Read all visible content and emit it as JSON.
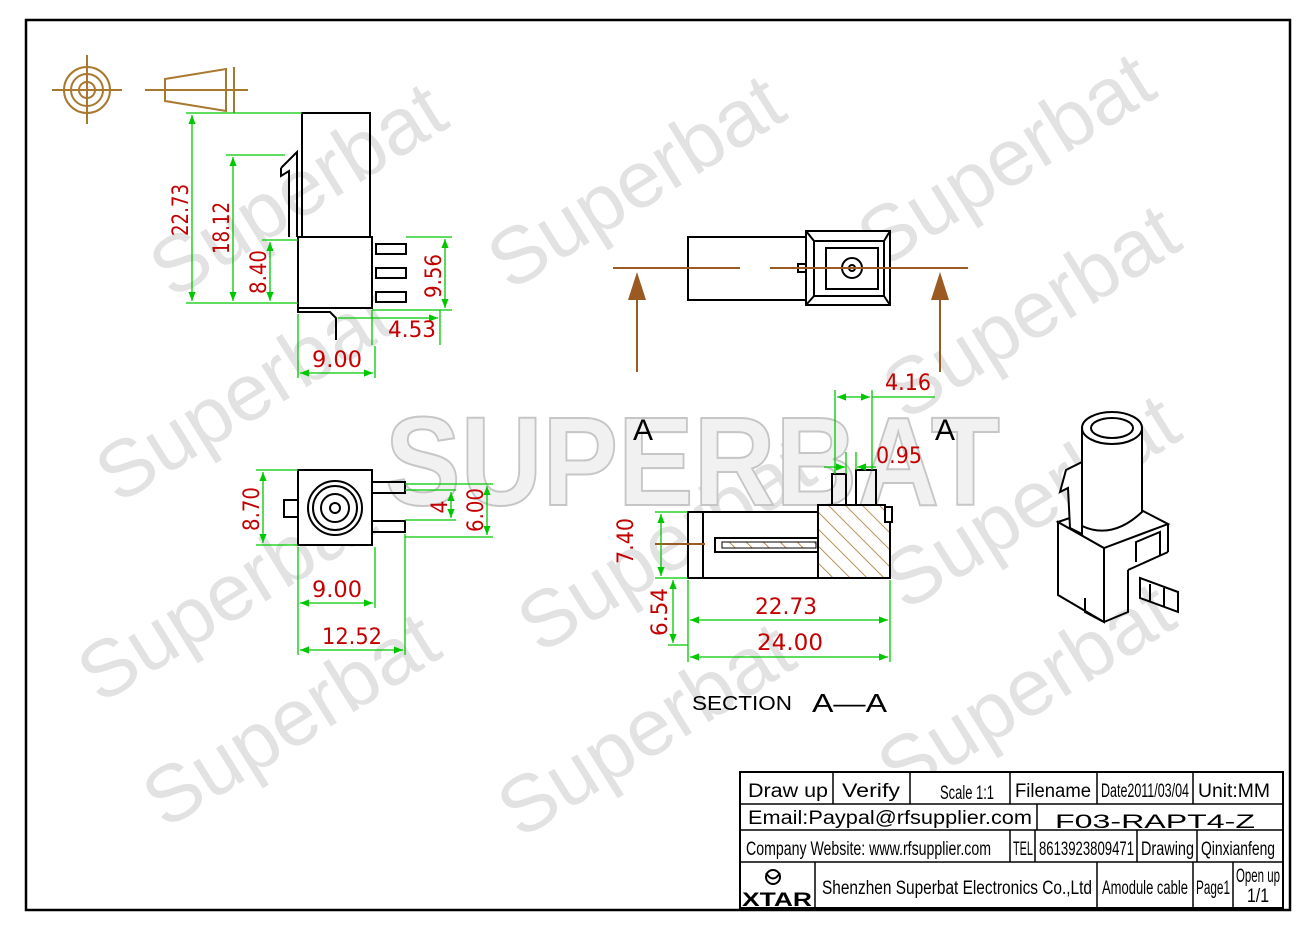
{
  "drawing": {
    "side_view": {
      "d_overall_height": "22.73",
      "d_latch_height": "18.12",
      "d_body_height": "8.40",
      "d_pin_height": "9.56",
      "d_pin_offset": "4.53",
      "d_body_width": "9.00"
    },
    "top_view": {
      "section_mark_left": "A",
      "section_mark_right": "A"
    },
    "front_view": {
      "d_height": "8.70",
      "d_pin_pitch": "4",
      "d_pin_span": "6.00",
      "d_body_width": "9.00",
      "d_overall_width": "12.52"
    },
    "section_view": {
      "d_pin_spacing": "4.16",
      "d_pin_width": "0.95",
      "d_upper_height": "7.40",
      "d_lower_height": "6.54",
      "d_inner_length": "22.73",
      "d_overall_length": "24.00",
      "caption_word": "SECTION",
      "caption_name": "A—A"
    }
  },
  "title_block": {
    "draw_up": "Draw up",
    "verify": "Verify",
    "scale": "Scale 1:1",
    "filename_label": "Filename",
    "date": "Date2011/03/04",
    "unit": "Unit:MM",
    "email": "Email:Paypal@rfsupplier.com",
    "filename": "F03-RAPT4-Z",
    "website": "Company Website:  www.rfsupplier.com",
    "tel_label": "TEL",
    "tel": "8613923809471",
    "drawing_label": "Drawing",
    "drawer": "Qinxianfeng",
    "logo_text": "XTAR",
    "company": "Shenzhen Superbat Electronics Co.,Ltd",
    "product": "Amodule cable",
    "page": "Page1",
    "open_up": "Open up",
    "page_count": "1/1"
  },
  "watermarks": {
    "small": "Superbat",
    "large": "SUPERBAT"
  },
  "colors": {
    "dimension_line": "#00c800",
    "dimension_text": "#c40000",
    "section_line": "#9a5a22",
    "hatch": "#a8782e",
    "symbol": "#a8782e",
    "outline": "#000000",
    "watermark": "#e2e2e2"
  }
}
